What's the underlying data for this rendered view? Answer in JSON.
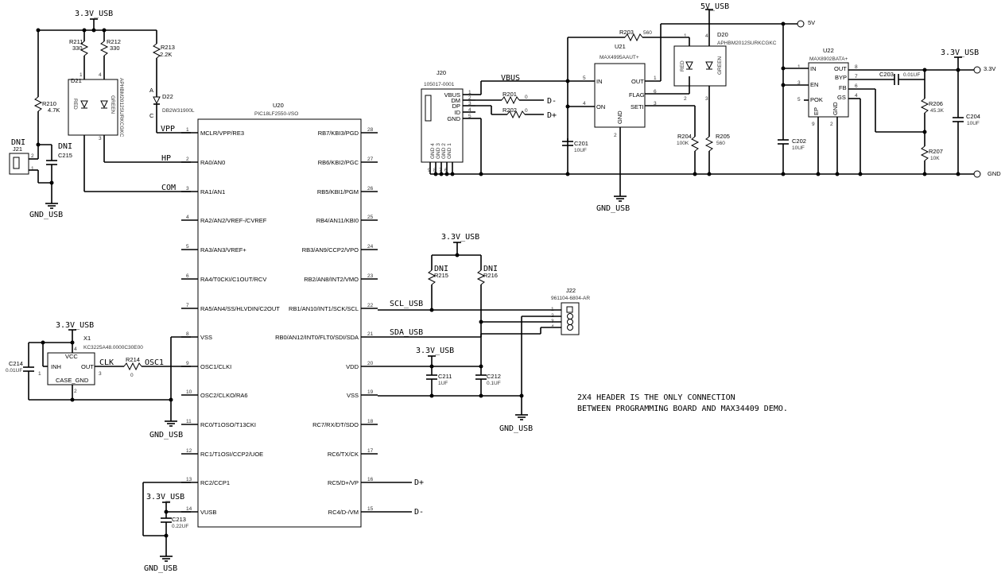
{
  "power": {
    "usb33": "3.3V_USB",
    "gnd_usb": "GND_USB",
    "v5_usb": "5V_USB",
    "v5": "5V",
    "v33": "3.3V",
    "gnd": "GND"
  },
  "nets": {
    "vpp": "VPP",
    "hp": "HP",
    "com": "COM",
    "clk": "CLK",
    "osc1": "OSC1",
    "vbus": "VBUS",
    "dminus": "D-",
    "dplus": "D+",
    "scl": "SCL_USB",
    "sda": "SDA_USB"
  },
  "dni": "DNI",
  "u20": {
    "ref": "U20",
    "part": "PIC18LF2550-I/SO",
    "left_pins": [
      {
        "num": "1",
        "name": "MCLR/VPP/RE3"
      },
      {
        "num": "2",
        "name": "RA0/AN0"
      },
      {
        "num": "3",
        "name": "RA1/AN1"
      },
      {
        "num": "4",
        "name": "RA2/AN2/VREF-/CVREF"
      },
      {
        "num": "5",
        "name": "RA3/AN3/VREF+"
      },
      {
        "num": "6",
        "name": "RA4/T0CKI/C1OUT/RCV"
      },
      {
        "num": "7",
        "name": "RA5/AN4/SS/HLVDIN/C2OUT"
      },
      {
        "num": "8",
        "name": "VSS"
      },
      {
        "num": "9",
        "name": "OSC1/CLKI"
      },
      {
        "num": "10",
        "name": "OSC2/CLKO/RA6"
      },
      {
        "num": "11",
        "name": "RC0/T1OSO/T13CKI"
      },
      {
        "num": "12",
        "name": "RC1/T1OSI/CCP2/UOE"
      },
      {
        "num": "13",
        "name": "RC2/CCP1"
      },
      {
        "num": "14",
        "name": "VUSB"
      }
    ],
    "right_pins": [
      {
        "num": "28",
        "name": "RB7/KBI3/PGD"
      },
      {
        "num": "27",
        "name": "RB6/KBI2/PGC"
      },
      {
        "num": "26",
        "name": "RB5/KBI1/PGM"
      },
      {
        "num": "25",
        "name": "RB4/AN11/KBI0"
      },
      {
        "num": "24",
        "name": "RB3/AN9/CCP2/VPO"
      },
      {
        "num": "23",
        "name": "RB2/AN8/INT2/VMO"
      },
      {
        "num": "22",
        "name": "RB1/AN10/INT1/SCK/SCL"
      },
      {
        "num": "21",
        "name": "RB0/AN12/INT0/FLT0/SDI/SDA"
      },
      {
        "num": "20",
        "name": "VDD"
      },
      {
        "num": "19",
        "name": "VSS"
      },
      {
        "num": "18",
        "name": "RC7/RX/DT/SDO"
      },
      {
        "num": "17",
        "name": "RC6/TX/CK"
      },
      {
        "num": "16",
        "name": "RC5/D+/VP"
      },
      {
        "num": "15",
        "name": "RC4/D-/VM"
      }
    ]
  },
  "components": {
    "r211": {
      "ref": "R211",
      "val": "330"
    },
    "r212": {
      "ref": "R212",
      "val": "330"
    },
    "r213": {
      "ref": "R213",
      "val": "2.2K"
    },
    "r210": {
      "ref": "R210",
      "val": "4.7K"
    },
    "d21": {
      "ref": "D21",
      "part": "APHBM2012SURKCGKC",
      "red": "RED",
      "green": "GREEN",
      "p1": "1",
      "p4": "4",
      "p3": "3"
    },
    "d22": {
      "ref": "D22",
      "part": "DB2W31900L",
      "a": "A",
      "c": "C"
    },
    "j21": {
      "ref": "J21",
      "p1": "1",
      "p2": "2"
    },
    "c215": {
      "ref": "C215"
    },
    "x1": {
      "ref": "X1",
      "part": "KC3225A48.0000C30E00",
      "vcc": "VCC",
      "inh": "INH",
      "out": "OUT",
      "case": "CASE_GND",
      "p1": "1",
      "p2": "2",
      "p3": "3",
      "p4": "4"
    },
    "c214": {
      "ref": "C214",
      "val": "0.01UF"
    },
    "r214": {
      "ref": "R214",
      "val": "0"
    },
    "c213": {
      "ref": "C213",
      "val": "0.22UF"
    },
    "j20": {
      "ref": "J20",
      "part": "105017-0001",
      "pins": [
        "VBUS",
        "DM",
        "DP",
        "ID",
        "GND"
      ],
      "pnums": [
        "1",
        "2",
        "3",
        "4",
        "5"
      ],
      "gnds": [
        "GND 4",
        "GND 3",
        "GND 2",
        "GND 1"
      ],
      "bottom": [
        "9",
        "8",
        "7",
        "6"
      ]
    },
    "r201": {
      "ref": "R201",
      "val": "0"
    },
    "r202": {
      "ref": "R202",
      "val": "0"
    },
    "r203": {
      "ref": "R203",
      "val": "560"
    },
    "u21": {
      "ref": "U21",
      "part": "MAX4995AAUT+",
      "in": "IN",
      "on": "ON",
      "gnd": "GND",
      "out": "OUT",
      "flag": "FLAG",
      "seti": "SETI",
      "p5": "5",
      "p4": "4",
      "p2": "2",
      "p1": "1",
      "p6": "6",
      "p3": "3"
    },
    "c201": {
      "ref": "C201",
      "val": "10UF"
    },
    "d20": {
      "ref": "D20",
      "part": "APHBM2012SURKCGKC",
      "red": "RED",
      "green": "GREEN",
      "p1": "1",
      "p4": "4",
      "p2": "2",
      "p3": "3"
    },
    "r204": {
      "ref": "R204",
      "val": "100K"
    },
    "r205": {
      "ref": "R205",
      "val": "560"
    },
    "c202": {
      "ref": "C202",
      "val": "10UF"
    },
    "u22": {
      "ref": "U22",
      "part": "MAX8902BATA+",
      "in": "IN",
      "en": "EN",
      "pok": "POK",
      "ep": "EP",
      "gnd": "GND",
      "out": "OUT",
      "byp": "BYP",
      "fb": "FB",
      "gs": "GS",
      "p1": "1",
      "p3": "3",
      "p5": "5",
      "p9": "9",
      "p2": "2",
      "p8": "8",
      "p7": "7",
      "p6": "6",
      "p4": "4"
    },
    "c203": {
      "ref": "C203",
      "val": "0.01UF"
    },
    "r206": {
      "ref": "R206",
      "val": "45.3K"
    },
    "r207": {
      "ref": "R207",
      "val": "10K"
    },
    "c204": {
      "ref": "C204",
      "val": "10UF"
    },
    "r215": {
      "ref": "R215"
    },
    "r216": {
      "ref": "R216"
    },
    "j22": {
      "ref": "J22",
      "part": "961104-6804-AR",
      "pins": [
        "1",
        "2",
        "3",
        "4"
      ]
    },
    "c211": {
      "ref": "C211",
      "val": "1UF"
    },
    "c212": {
      "ref": "C212",
      "val": "0.1UF"
    }
  },
  "note": {
    "line1": "2X4 HEADER IS THE ONLY CONNECTION",
    "line2": "BETWEEN PROGRAMMING BOARD AND MAX34409 DEMO."
  }
}
